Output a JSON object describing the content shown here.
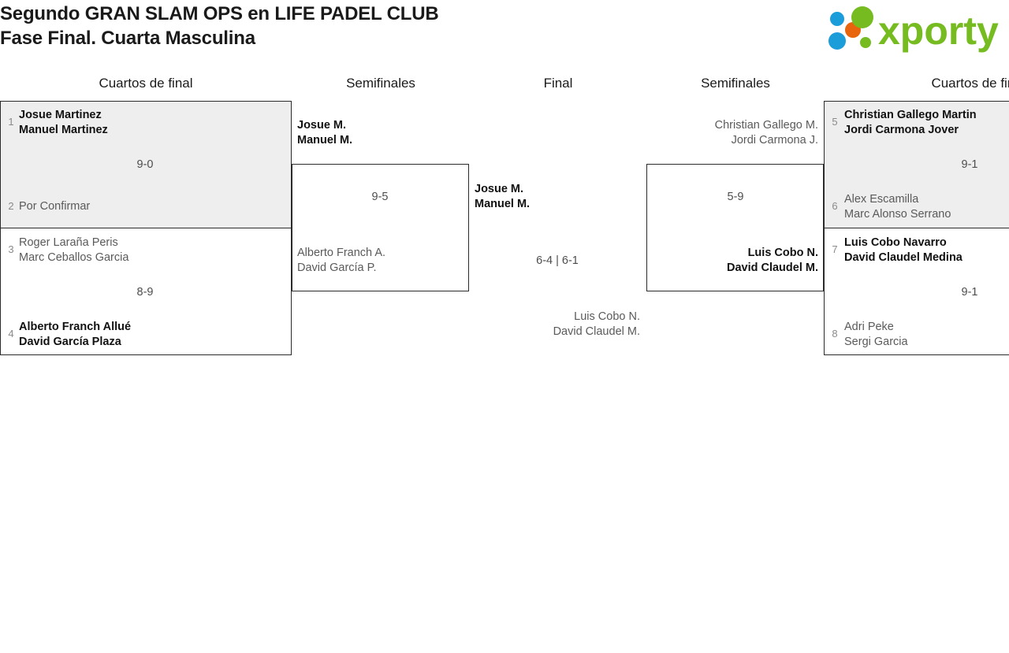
{
  "header": {
    "title": "Segundo GRAN SLAM OPS en LIFE PADEL CLUB\nFase Final. Cuarta Masculina",
    "logo_text": "xporty",
    "logo_colors": {
      "green": "#76bc21",
      "blue": "#1b9dd9",
      "orange": "#e8650d"
    }
  },
  "columns": [
    {
      "label": "Cuartos de final"
    },
    {
      "label": "Semifinales"
    },
    {
      "label": "Final"
    },
    {
      "label": "Semifinales"
    },
    {
      "label": "Cuartos de final"
    }
  ],
  "colors": {
    "highlight_bg": "#eeeeee",
    "border": "#2b2b2b",
    "winner_text": "#111111",
    "loser_text": "#5a5a5a",
    "seed_text": "#8a8a8a",
    "score_text": "#4d4d4d"
  },
  "bracket": {
    "left_quarterfinals": [
      {
        "highlighted": true,
        "score": "9-0",
        "top": {
          "seed": "1",
          "players": "Josue Martinez\nManuel Martinez",
          "winner": true
        },
        "bottom": {
          "seed": "2",
          "players": "Por Confirmar",
          "winner": false
        }
      },
      {
        "highlighted": false,
        "score": "8-9",
        "top": {
          "seed": "3",
          "players": "Roger Laraña Peris\nMarc Ceballos Garcia",
          "winner": false
        },
        "bottom": {
          "seed": "4",
          "players": "Alberto Franch Allué\nDavid García Plaza",
          "winner": true
        }
      }
    ],
    "left_semifinal": {
      "score": "9-5",
      "top": {
        "players": "Josue M.\nManuel M.",
        "winner": true
      },
      "bottom": {
        "players": "Alberto Franch A.\nDavid García P.",
        "winner": false
      }
    },
    "final": {
      "score": "6-4 | 6-1",
      "top": {
        "players": "Josue M.\nManuel M.",
        "winner": true
      },
      "bottom": {
        "players": "Luis Cobo N.\nDavid Claudel M.",
        "winner": false
      }
    },
    "right_semifinal": {
      "score": "5-9",
      "top": {
        "players": "Christian Gallego M.\nJordi Carmona J.",
        "winner": false
      },
      "bottom": {
        "players": "Luis Cobo N.\nDavid Claudel M.",
        "winner": true
      }
    },
    "right_quarterfinals": [
      {
        "highlighted": true,
        "score": "9-1",
        "top": {
          "seed": "5",
          "players": "Christian Gallego Martin\nJordi Carmona Jover",
          "winner": true
        },
        "bottom": {
          "seed": "6",
          "players": "Alex Escamilla\nMarc Alonso Serrano",
          "winner": false
        }
      },
      {
        "highlighted": false,
        "score": "9-1",
        "top": {
          "seed": "7",
          "players": "Luis Cobo Navarro\nDavid Claudel Medina",
          "winner": true
        },
        "bottom": {
          "seed": "8",
          "players": "Adri Peke\nSergi Garcia",
          "winner": false
        }
      }
    ]
  }
}
